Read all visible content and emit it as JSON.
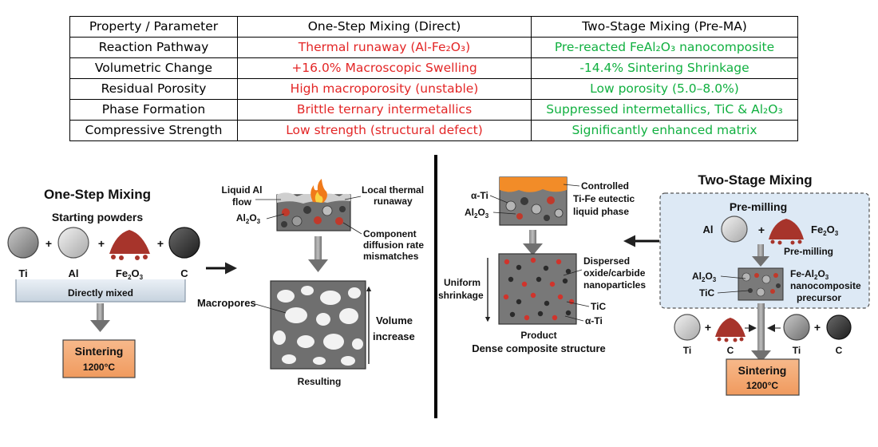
{
  "table": {
    "headers": [
      "Property / Parameter",
      "One-Step Mixing (Direct)",
      "Two-Stage Mixing (Pre-MA)"
    ],
    "rows": [
      {
        "property": "Reaction Pathway",
        "one_step": "Thermal runaway (Al-Fe₂O₃)",
        "two_stage": "Pre-reacted FeAl₂O₃ nanocomposite"
      },
      {
        "property": "Volumetric Change",
        "one_step": "+16.0% Macroscopic Swelling",
        "two_stage": "-14.4% Sintering Shrinkage"
      },
      {
        "property": "Residual Porosity",
        "one_step": "High macroporosity (unstable)",
        "two_stage": "Low porosity (5.0–8.0%)"
      },
      {
        "property": "Phase Formation",
        "one_step": "Brittle ternary intermetallics",
        "two_stage": "Suppressed intermetallics, TiC & Al₂O₃"
      },
      {
        "property": "Compressive Strength",
        "one_step": "Low strength (structural defect)",
        "two_stage": "Significantly enhanced matrix"
      }
    ],
    "colors": {
      "one_step": "#e32626",
      "two_stage": "#11b040"
    }
  },
  "one_step": {
    "title": "One-Step Mixing",
    "subtitle": "Starting powders",
    "powders": [
      "Ti",
      "Al",
      "C"
    ],
    "fe2o3": "Fe",
    "o_label": "O",
    "sub2": "2",
    "sub3": "3",
    "mix_label": "Directly mixed",
    "sintering": "Sintering",
    "temp": "1200°C",
    "liquid_al": "Liquid Al",
    "flow": "flow",
    "al2o3": "Al",
    "local": "Local thermal",
    "runaway": "runaway",
    "component": "Component",
    "diffusion": "diffusion rate",
    "mismatch": "mismatches",
    "macropores": "Macropores",
    "volume": "Volume",
    "increase": "increase",
    "resulting": "Resulting"
  },
  "two_stage": {
    "title": "Two-Stage Mixing",
    "pre_milling": "Pre-milling",
    "pre_milling2": "Pre-milling",
    "al": "Al",
    "fe2o3": "Fe",
    "alpha_ti": "α-Ti",
    "al2o3": "Al",
    "controlled": "Controlled",
    "tife": "Ti-Fe eutectic",
    "liquid": "liquid phase",
    "uniform": "Uniform",
    "shrinkage": "shrinkage",
    "dispersed": "Dispersed",
    "oxide": "oxide/carbide",
    "nano": "nanoparticles",
    "tic": "TiC",
    "alpha_ti2": "α-Ti",
    "product": "Product",
    "dense": "Dense composite structure",
    "fe_al": "Fe-Al",
    "nanocomp": "nanocomposite",
    "precursor": "precursor",
    "tic2": "TiC",
    "al2o3_2": "Al",
    "ti": "Ti",
    "c": "C",
    "ti2": "Ti",
    "c2": "C",
    "sintering": "Sintering",
    "temp": "1200°C"
  }
}
